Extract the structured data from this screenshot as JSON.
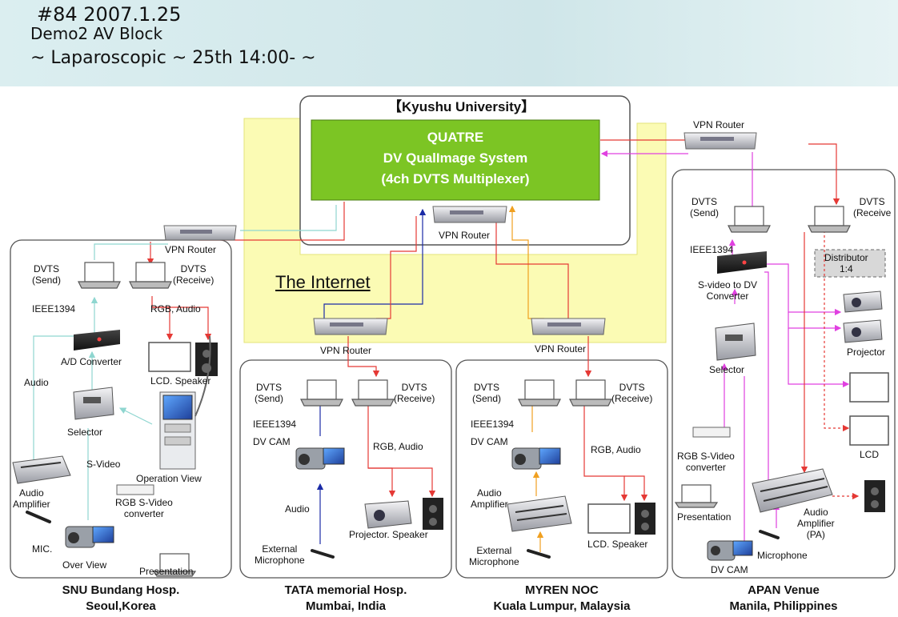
{
  "header": {
    "line1": "#84  2007.1.25",
    "line2": "Demo2 AV Block",
    "line3": "~ Laparoscopic ~ 25th 14:00- ~"
  },
  "kyushu": {
    "title": "【Kyushu University】",
    "system_line1": "QUATRE",
    "system_line2": "DV QualImage System",
    "system_line3": "(4ch DVTS Multiplexer)"
  },
  "internet_label": "The Internet",
  "labels": {
    "vpn_router": "VPN Router",
    "dvts_send_a": "DVTS",
    "dvts_send_b": "(Send)",
    "dvts_recv_a": "DVTS",
    "dvts_recv_b": "(Receive)",
    "dvts_recv_b_cut": "(Receive",
    "ieee1394": "IEEE1394",
    "rgb_audio": "RGB, Audio",
    "ad_converter": "A/D Converter",
    "lcd_speaker_dot": "LCD. Speaker",
    "lcd_speaker": "LCD. Speaker",
    "audio": "Audio",
    "selector": "Selector",
    "audio_amp_a": "Audio",
    "audio_amp_b": "Amplifier",
    "s_video": "S-Video",
    "operation_view": "Operation View",
    "rgb_svideo_a": "RGB S-Video",
    "rgb_svideo_b": "converter",
    "mic": "MIC.",
    "over_view": "Over View",
    "presentation": "Presentation",
    "dv_cam": "DV CAM",
    "projector_speaker": "Projector. Speaker",
    "external_mic_a": "External",
    "external_mic_b": "Microphone",
    "distributor_a": "Distributor",
    "distributor_b": "1:4",
    "svideo_dv_a": "S-video to DV",
    "svideo_dv_b": "Converter",
    "projector": "Projector",
    "lcd": "LCD",
    "audio_amp_pa_a": "Audio",
    "audio_amp_pa_b": "Amplifier",
    "audio_amp_pa_c": "(PA)",
    "microphone": "Microphone"
  },
  "sites": {
    "snu_a": "SNU Bundang Hosp.",
    "snu_b": "Seoul,Korea",
    "tata_a": "TATA memorial Hosp.",
    "tata_b": "Mumbai, India",
    "myren_a": "MYREN NOC",
    "myren_b": "Kuala Lumpur, Malaysia",
    "apan_a": "APAN  Venue",
    "apan_b": "Manila, Philippines"
  },
  "colors": {
    "internet_fill": "#fbfbb4",
    "quatre_fill": "#7cc524",
    "video_link": "#e040e0",
    "audio_link": "#e53935",
    "dv_link": "#1a2aa6",
    "amp_link": "#f0a020"
  }
}
